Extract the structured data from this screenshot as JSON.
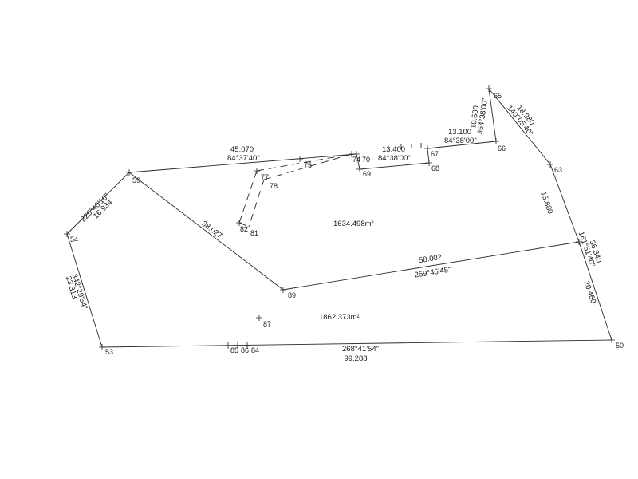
{
  "points": [
    {
      "id": "53"
    },
    {
      "id": "54"
    },
    {
      "id": "59"
    },
    {
      "id": "74"
    },
    {
      "id": "70"
    },
    {
      "id": "69"
    },
    {
      "id": "68"
    },
    {
      "id": "67"
    },
    {
      "id": "66"
    },
    {
      "id": "65"
    },
    {
      "id": "63"
    },
    {
      "id": "50"
    },
    {
      "id": "89"
    },
    {
      "id": "75"
    },
    {
      "id": "77"
    },
    {
      "id": "78"
    },
    {
      "id": "82"
    },
    {
      "id": "81"
    },
    {
      "id": "87"
    },
    {
      "id": "85"
    },
    {
      "id": "86"
    },
    {
      "id": "84"
    }
  ],
  "dimensions": {
    "d_59_74_dist": "45.070",
    "d_59_74_bear": "84°37'40\"",
    "d_69_68_dist": "13.400",
    "d_69_68_bear": "84°38'00\"",
    "d_67_66_dist": "13.100",
    "d_67_66_bear": "84°38'00\"",
    "d_66_65_bear": "354°38'00\"",
    "d_66_65_dist": "10.500",
    "d_65_63_dist": "18.980",
    "d_65_63_bear": "140°05'40\"",
    "d_63_r_dist": "15.880",
    "d_r_bear": "161°51'40\"",
    "d_r_dist": "36.340",
    "d_r_50_dist": "20.460",
    "d_54_59_bear": "225°40'16\"",
    "d_54_59_dist": "16.934",
    "d_53_54_bear": "342°29'54\"",
    "d_53_54_dist": "23.313",
    "d_59_89_dist": "38.027",
    "d_89_r_dist": "58.002",
    "d_89_r_bear": "259°46'48\"",
    "d_50_53_bear": "268°41'54\"",
    "d_50_53_dist": "99.288"
  },
  "areas": {
    "upper": "1634.498m²",
    "lower": "1862.373m²"
  }
}
